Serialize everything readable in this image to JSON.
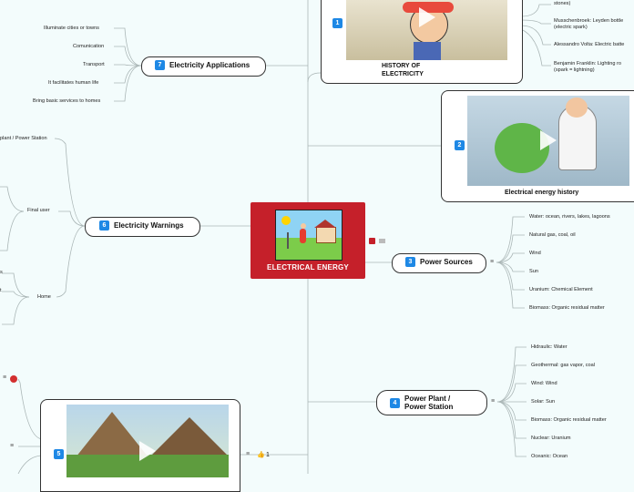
{
  "central": {
    "title": "ELECTRICAL ENERGY"
  },
  "topics": {
    "history": {
      "number": "1",
      "caption_line1": "HISTORY OF",
      "caption_line2": "ELECTRICITY",
      "leaves": [
        "stones)",
        "Musschenbroek: Leyden bottle",
        "(electric spark)",
        "Alessandro Volta: Electric batte",
        "Benjamin Franklin: Lighting ro",
        "(spark = lightning)"
      ]
    },
    "energy_history": {
      "number": "2",
      "caption": "Electrical energy history"
    },
    "sources": {
      "number": "3",
      "label": "Power Sources",
      "leaves": [
        "Water: ocean, rivers, lakes, lagoons",
        "Natural gas, coal, oil",
        "Wind",
        "Sun",
        "Uranium: Chemical Element",
        "Biomass: Organic residual matter"
      ]
    },
    "plant": {
      "number": "4",
      "label_line1": "Power Plant /",
      "label_line2": "Power Station",
      "leaves": [
        "Hidraulic: Water",
        "Geothermal: gas vapor, coal",
        "Wind: Wind",
        "Solar: Sun",
        "Biomass: Organic residual matter",
        "Nuclear: Uranium",
        "Oceanic: Ocean"
      ]
    },
    "video5": {
      "number": "5",
      "like_count": "1"
    },
    "warnings": {
      "number": "6",
      "label": "Electricity Warnings",
      "leaves": [
        "plant / Power Station",
        "Final user",
        "Home",
        "s",
        "t"
      ]
    },
    "applications": {
      "number": "7",
      "label": "Electricity Applications",
      "leaves": [
        "Illuminate cities or towns",
        "Comunication",
        "Transport",
        "It facilitates human life",
        "Bring basic services to homes"
      ]
    }
  },
  "icons": {
    "notes": "notes-icon",
    "play": "play-icon",
    "like": "thumbs-up-icon"
  },
  "colors": {
    "central": "#c5202a",
    "badge": "#1e88e5",
    "line": "#aab6b6",
    "background": "#f3fcfc"
  }
}
